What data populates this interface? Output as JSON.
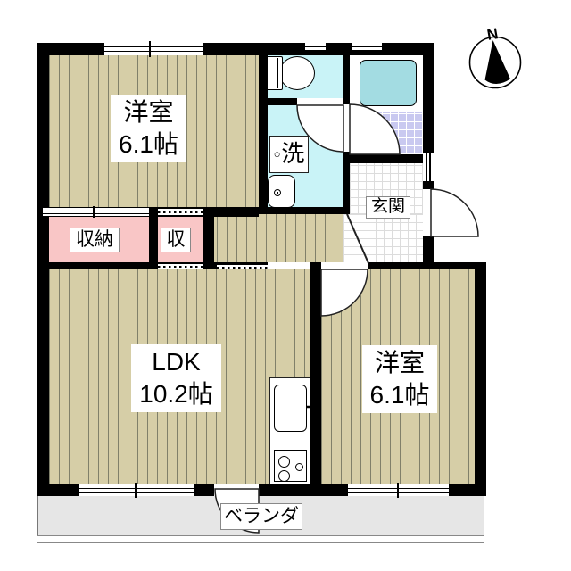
{
  "compass": {
    "north_label": "N"
  },
  "rooms": {
    "western_room_1": {
      "name": "洋室",
      "size": "6.1帖"
    },
    "ldk": {
      "name": "LDK",
      "size": "10.2帖"
    },
    "western_room_2": {
      "name": "洋室",
      "size": "6.1帖"
    },
    "entrance": {
      "label": "玄関"
    },
    "closet": {
      "label": "収納"
    },
    "closet_small": {
      "label": "収"
    },
    "laundry": {
      "marker": "○",
      "label": "洗"
    },
    "veranda": {
      "label": "ベランダ"
    }
  },
  "colors": {
    "wall": "#000000",
    "floor": "#d6cea7",
    "wet_area": "#c9f3f7",
    "bath_tile": "#c9c9f0",
    "closet": "#f9c6c6",
    "tub": "#a3dce2",
    "veranda": "#e6e6e6"
  }
}
